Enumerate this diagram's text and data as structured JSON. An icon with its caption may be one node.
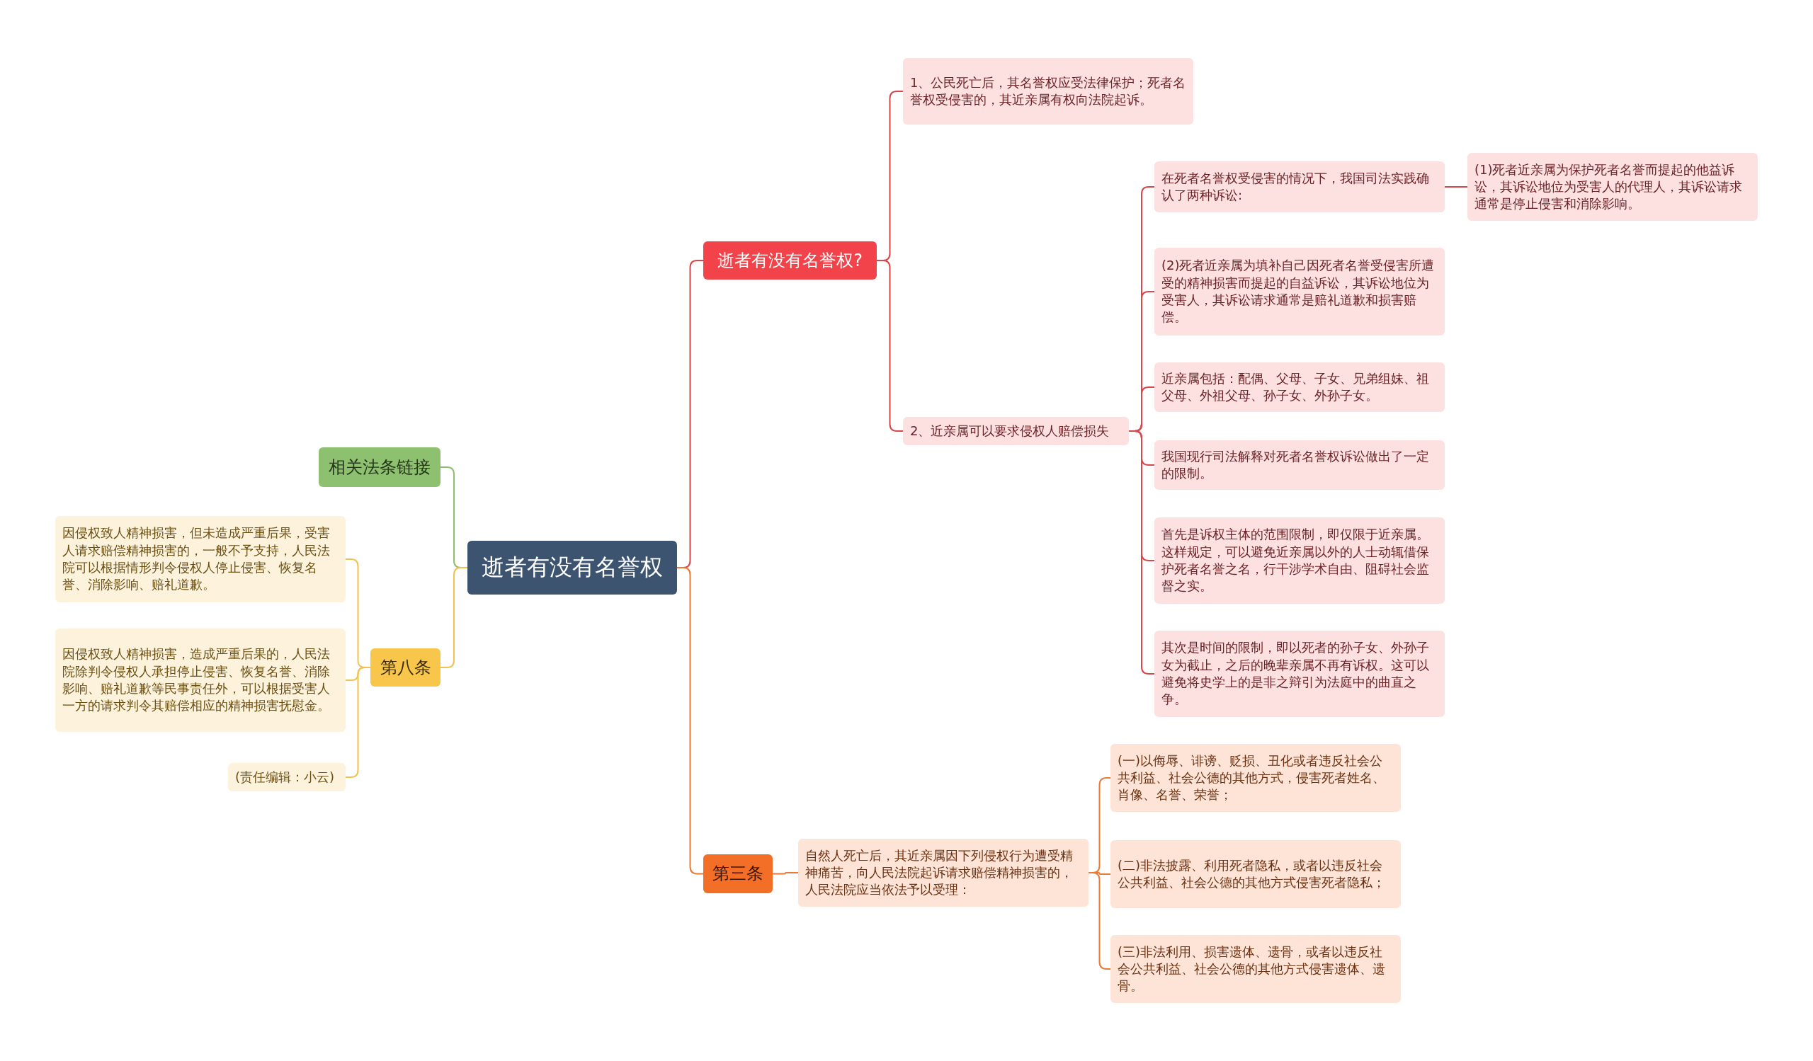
{
  "diagram": {
    "nodes": [
      {
        "text": [
          "逝者有没有名誉权"
        ]
      },
      {
        "text": [
          "逝者有没有名誉权?"
        ]
      },
      {
        "text": [
          "1、公民死亡后，其名誉权应受法律保护；死者名誉权受侵害的，其近亲属有权向法院起诉。"
        ]
      },
      {
        "text": [
          "2、近亲属可以要求侵权人赔偿损失"
        ]
      },
      {
        "text": [
          "在死者名誉权受侵害的情况下，我国司法实践确认了两种诉讼:"
        ]
      },
      {
        "text": [
          "(1)死者近亲属为保护死者名誉而提起的他益诉讼，其诉讼地位为受害人的代理人，其诉讼请求通常是停止侵害和消除影响。"
        ]
      },
      {
        "text": [
          "(2)死者近亲属为填补自己因死者名誉受侵害所遭受的精神损害而提起的自益诉讼，其诉讼地位为受害人，其诉讼请求通常是赔礼道歉和损害赔偿。"
        ]
      },
      {
        "text": [
          "近亲属包括：配偶、父母、子女、兄弟组妹、祖父母、外祖父母、孙子女、外孙子女。"
        ]
      },
      {
        "text": [
          "我国现行司法解释对死者名誉权诉讼做出了一定的限制。"
        ]
      },
      {
        "text": [
          "首先是诉权主体的范围限制，即仅限于近亲属。这样规定，可以避免近亲属以外的人士动辄借保护死者名誉之名，行干涉学术自由、阻碍社会监督之实。"
        ]
      },
      {
        "text": [
          "其次是时间的限制，即以死者的孙子女、外孙子女为截止，之后的晚辈亲属不再有诉权。这可以避免将史学上的是非之辩引为法庭中的曲直之争。"
        ]
      },
      {
        "text": [
          "第三条"
        ]
      },
      {
        "text": [
          "自然人死亡后，其近亲属因下列侵权行为遭受精神痛苦，向人民法院起诉请求赔偿精神损害的，人民法院应当依法予以受理："
        ]
      },
      {
        "text": [
          "(一)以侮辱、诽谤、贬损、丑化或者违反社会公共利益、社会公德的其他方式，侵害死者姓名、肖像、名誉、荣誉；"
        ]
      },
      {
        "text": [
          "(二)非法披露、利用死者隐私，或者以违反社会公共利益、社会公德的其他方式侵害死者隐私；"
        ]
      },
      {
        "text": [
          "(三)非法利用、损害遗体、遗骨，或者以违反社会公共利益、社会公德的其他方式侵害遗体、遗骨。"
        ]
      },
      {
        "text": [
          "相关法条链接"
        ]
      },
      {
        "text": [
          "第八条"
        ]
      },
      {
        "text": [
          "因侵权致人精神损害，但未造成严重后果，受害人请求赔偿精神损害的，一般不予支持，人民法院可以根据情形判令侵权人停止侵害、恢复名誉、消除影响、赔礼道歉。"
        ]
      },
      {
        "text": [
          "因侵权致人精神损害，造成严重后果的，人民法院除判令侵权人承担停止侵害、恢复名誉、消除影响、赔礼道歉等民事责任外，可以根据受害人一方的请求判令其赔偿相应的精神损害抚慰金。"
        ]
      },
      {
        "text": [
          "(责任编辑：小云)"
        ]
      }
    ],
    "edges": [
      {
        "from": 0,
        "to": 1,
        "arrow": "none"
      },
      {
        "from": 1,
        "to": 2,
        "arrow": "none"
      },
      {
        "from": 1,
        "to": 3,
        "arrow": "none"
      },
      {
        "from": 3,
        "to": 4,
        "arrow": "none"
      },
      {
        "from": 4,
        "to": 5,
        "arrow": "none"
      },
      {
        "from": 3,
        "to": 6,
        "arrow": "none"
      },
      {
        "from": 3,
        "to": 7,
        "arrow": "none"
      },
      {
        "from": 3,
        "to": 8,
        "arrow": "none"
      },
      {
        "from": 3,
        "to": 9,
        "arrow": "none"
      },
      {
        "from": 3,
        "to": 10,
        "arrow": "none"
      },
      {
        "from": 0,
        "to": 11,
        "arrow": "none",
        "color": "#ec7a37"
      },
      {
        "from": 11,
        "to": 12,
        "arrow": "none",
        "color": "#ec7a37"
      },
      {
        "from": 12,
        "to": 13,
        "arrow": "none",
        "color": "#ec7a37"
      },
      {
        "from": 12,
        "to": 14,
        "arrow": "none",
        "color": "#ec7a37"
      },
      {
        "from": 12,
        "to": 15,
        "arrow": "none",
        "color": "#ec7a37"
      },
      {
        "from": 0,
        "to": 16,
        "arrow": "none",
        "color": "#8dbf6e"
      },
      {
        "from": 0,
        "to": 17,
        "arrow": "none",
        "color": "#f2c24e"
      },
      {
        "from": 17,
        "to": 18,
        "arrow": "none",
        "color": "#f2c24e"
      },
      {
        "from": 17,
        "to": 19,
        "arrow": "none",
        "color": "#f2c24e"
      },
      {
        "from": 17,
        "to": 20,
        "arrow": "none",
        "color": "#f2c24e"
      }
    ]
  }
}
